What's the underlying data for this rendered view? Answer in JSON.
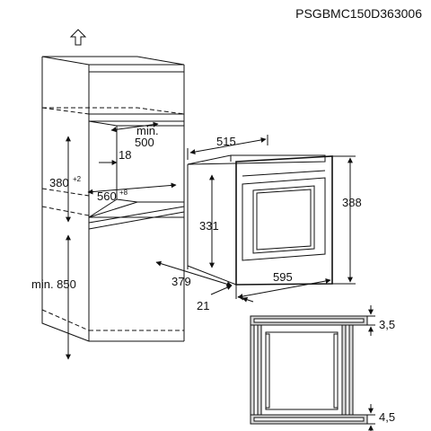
{
  "model_code": "PSGBMC150D363006",
  "up_icon": "arrow-up-icon",
  "cabinet": {
    "min_depth_main": "min.",
    "min_depth_value": "500",
    "gap": "18",
    "niche_height": "380",
    "niche_height_tol": "+2",
    "niche_width": "560",
    "niche_width_tol": "+8",
    "min_height": "min. 850"
  },
  "appliance": {
    "depth": "515",
    "height": "388",
    "inner_height": "331",
    "projection": "379",
    "width": "595",
    "frame": "21"
  },
  "detail": {
    "top_gap": "3,5",
    "bottom_gap": "4,5"
  }
}
